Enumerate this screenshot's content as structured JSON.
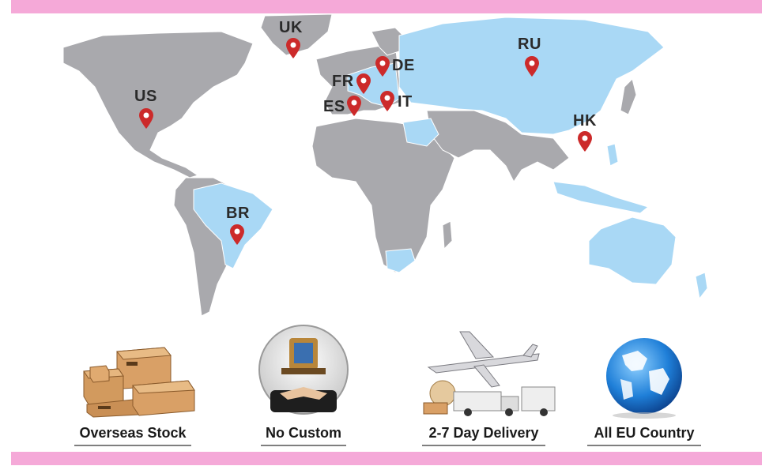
{
  "banner": {
    "bar_color": "#f5a9d8"
  },
  "map": {
    "land_color": "#a9a9ad",
    "highlight_color": "#a9d8f5",
    "pin_color": "#cc2a2a",
    "locations": [
      {
        "code": "UK",
        "icon": "map-pin-icon"
      },
      {
        "code": "DE",
        "icon": "map-pin-icon"
      },
      {
        "code": "FR",
        "icon": "map-pin-icon"
      },
      {
        "code": "ES",
        "icon": "map-pin-icon"
      },
      {
        "code": "IT",
        "icon": "map-pin-icon"
      },
      {
        "code": "RU",
        "icon": "map-pin-icon"
      },
      {
        "code": "US",
        "icon": "map-pin-icon"
      },
      {
        "code": "HK",
        "icon": "map-pin-icon"
      },
      {
        "code": "BR",
        "icon": "map-pin-icon"
      }
    ]
  },
  "features": [
    {
      "label": "Overseas Stock",
      "icon": "boxes-icon"
    },
    {
      "label": "No Custom",
      "icon": "handshake-icon"
    },
    {
      "label": "2-7 Day Delivery",
      "icon": "plane-truck-icon"
    },
    {
      "label": "All EU Country",
      "icon": "globe-icon"
    }
  ]
}
